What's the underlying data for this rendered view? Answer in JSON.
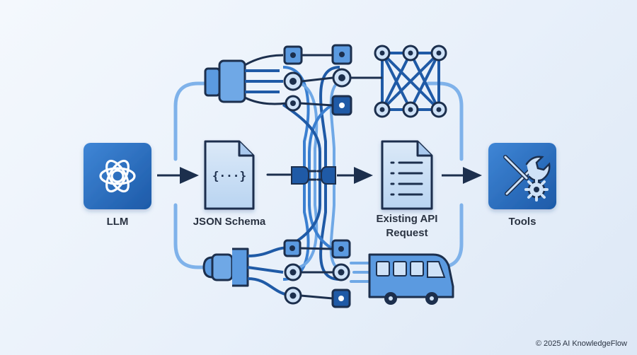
{
  "nodes": {
    "llm": {
      "label": "LLM",
      "icon": "openai-logo-icon"
    },
    "json_schema": {
      "label": "JSON Schema",
      "icon": "json-document-icon",
      "glyph": "{···}"
    },
    "api_request": {
      "label_line1": "Existing API",
      "label_line2": "Request",
      "icon": "list-document-icon"
    },
    "tools": {
      "label": "Tools",
      "icon": "wrench-gear-icon"
    }
  },
  "decorations": {
    "top_left": "plug-adapter-icon",
    "top_right": "network-graph-icon",
    "center": "plug-connector-icon",
    "bottom_left": "plug-adapter-icon",
    "bottom_right": "bus-icon"
  },
  "colors": {
    "dark_blue": "#1f5aa6",
    "mid_blue": "#3a7fd0",
    "light_blue": "#6fa8e6",
    "fill_blue": "#5b9ae0",
    "pale_fill": "#cfe2f7",
    "line_blue": "#7fb2ea",
    "navy": "#1c2f4d"
  },
  "footer": "© 2025 AI KnowledgeFlow"
}
